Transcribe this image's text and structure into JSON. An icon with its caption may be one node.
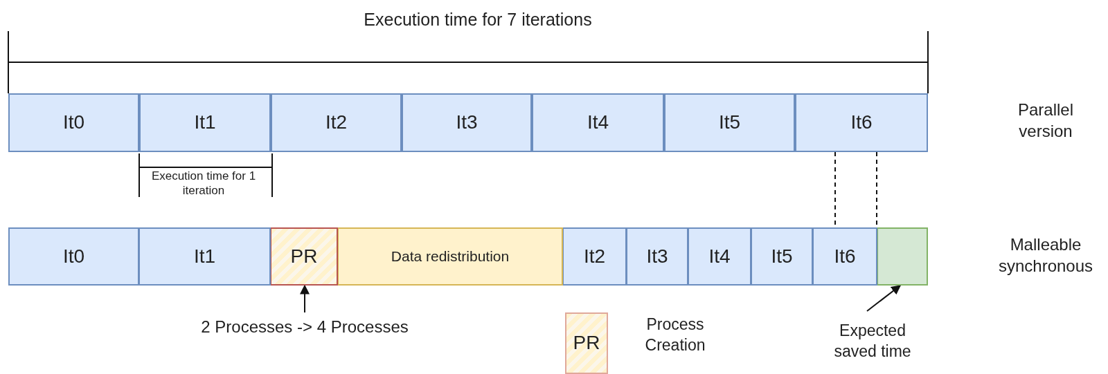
{
  "diagram": {
    "nodes": [
      {
        "text": [
          "It0"
        ]
      },
      {
        "text": [
          "It1"
        ]
      },
      {
        "text": [
          "It2"
        ]
      },
      {
        "text": [
          "It3"
        ]
      },
      {
        "text": [
          "It4"
        ]
      },
      {
        "text": [
          "It5"
        ]
      },
      {
        "text": [
          "It6"
        ]
      },
      {
        "text": [
          "It0"
        ]
      },
      {
        "text": [
          "It1"
        ]
      },
      {
        "text": [
          "PR"
        ]
      },
      {
        "text": [
          "Data redistribution"
        ]
      },
      {
        "text": [
          "It2"
        ]
      },
      {
        "text": [
          "It3"
        ]
      },
      {
        "text": [
          "It4"
        ]
      },
      {
        "text": [
          "It5"
        ]
      },
      {
        "text": [
          "It6"
        ]
      },
      {
        "text": [],
        "shape": "box"
      },
      {
        "text": [
          "2 Processes -> 4 Processes"
        ]
      },
      {
        "text": [
          "Expected saved time"
        ]
      },
      {
        "text": [
          "PR"
        ],
        "beside": [
          "Process Creation"
        ]
      }
    ],
    "edges": [
      {
        "from": 6,
        "to": 15,
        "arrow": "none",
        "style": "dashed"
      },
      {
        "from": 6,
        "to": 16,
        "arrow": "none",
        "style": "dashed"
      },
      {
        "from": 17,
        "to": 9,
        "arrow": "to"
      },
      {
        "from": 18,
        "to": 16,
        "arrow": "to"
      }
    ],
    "labels": [
      "Execution time for 7 iterations",
      "Parallel version",
      "Execution time for 1 iteration",
      "Malleable synchronous"
    ]
  }
}
